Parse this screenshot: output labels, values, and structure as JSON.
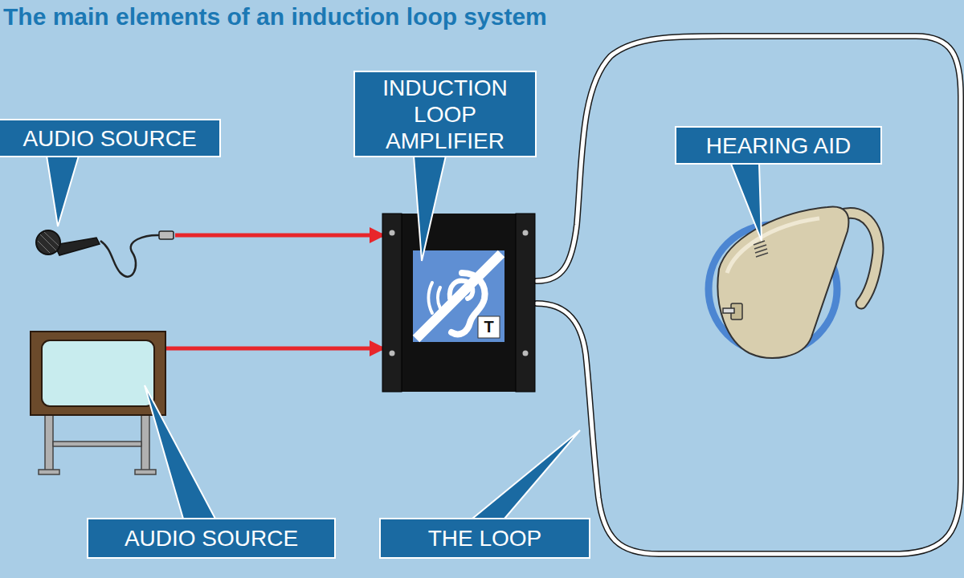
{
  "diagram": {
    "title": "The main elements of an induction loop system",
    "nodes": [
      {
        "text": [
          "AUDIO SOURCE"
        ]
      },
      {
        "text": [
          "INDUCTION LOOP AMPLIFIER"
        ]
      },
      {
        "text": [
          "HEARING AID"
        ]
      },
      {
        "text": [
          "AUDIO SOURCE"
        ]
      },
      {
        "text": [
          "THE LOOP"
        ]
      }
    ],
    "labels": [
      "T"
    ]
  }
}
